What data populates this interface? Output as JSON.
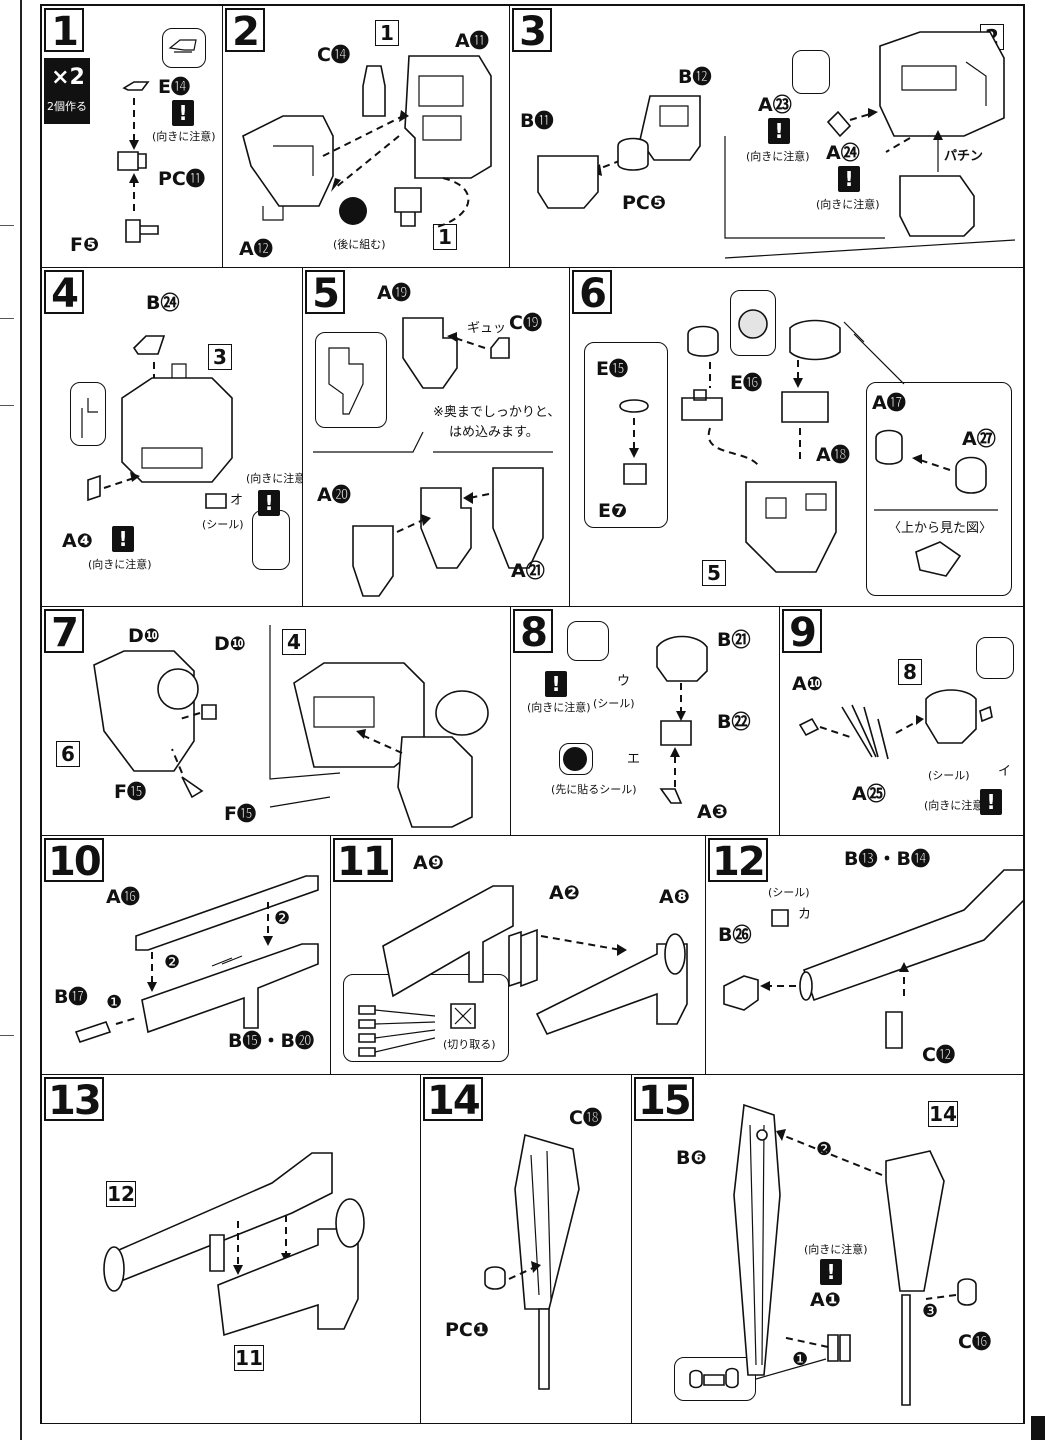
{
  "steps": {
    "s1": {
      "num": "1",
      "multiplier": "×2",
      "multiplier_note": "2個作る",
      "parts": [
        "E⓮",
        "PC⓫",
        "F❺"
      ],
      "caution": "(向きに注意)"
    },
    "s2": {
      "num": "2",
      "parts": [
        "C⓮",
        "A⓫",
        "A⓬"
      ],
      "refs": [
        "1",
        "1"
      ],
      "later_note": "(後に組む)"
    },
    "s3": {
      "num": "3",
      "parts": [
        "B⓬",
        "B⓫",
        "PC❺",
        "A㉓",
        "A㉔"
      ],
      "ref": "2",
      "caution_a": "(向きに注意)",
      "caution_b": "(向きに注意)",
      "sound": "パチン"
    },
    "s4": {
      "num": "4",
      "parts": [
        "B㉔",
        "A❹"
      ],
      "ref": "3",
      "sticker": "(シール)",
      "sticker_code": "オ",
      "caution_a": "(向きに注意)",
      "caution_b": "(向きに注意)"
    },
    "s5": {
      "num": "5",
      "parts": [
        "A⓳",
        "C⓳",
        "A⓴",
        "A㉑"
      ],
      "note_line1": "※奥までしっかりと、",
      "note_line2": "はめ込みます。",
      "sound": "ギュッ"
    },
    "s6": {
      "num": "6",
      "parts": [
        "E⓯",
        "E⓰",
        "E❼",
        "A⓲",
        "A⓱",
        "A㉗"
      ],
      "ref": "5",
      "view_note": "〈上から見た図〉"
    },
    "s7": {
      "num": "7",
      "parts": [
        "D❿",
        "D❿",
        "F⓯",
        "F⓯"
      ],
      "refs": [
        "6",
        "4"
      ]
    },
    "s8": {
      "num": "8",
      "parts": [
        "B㉑",
        "B㉒",
        "A❸"
      ],
      "caution": "(向きに注意)",
      "sticker": "(シール)",
      "sticker_code": "ウ",
      "sticker_code2": "エ",
      "first_sticker": "(先に貼るシール)"
    },
    "s9": {
      "num": "9",
      "parts": [
        "A❿",
        "A㉕"
      ],
      "ref": "8",
      "sticker": "(シール)",
      "sticker_code": "イ",
      "caution": "(向きに注意)"
    },
    "s10": {
      "num": "10",
      "parts": [
        "A⓰",
        "B⓱",
        "B⓯・B⓴"
      ],
      "order": [
        "❷",
        "❷",
        "❶"
      ]
    },
    "s11": {
      "num": "11",
      "parts": [
        "A❾",
        "A❷",
        "A❽"
      ],
      "cut_note": "(切り取る)"
    },
    "s12": {
      "num": "12",
      "parts": [
        "B⓭・B⓮",
        "B㉖",
        "C⓬"
      ],
      "sticker": "(シール)",
      "sticker_code": "カ"
    },
    "s13": {
      "num": "13",
      "refs": [
        "12",
        "11"
      ]
    },
    "s14": {
      "num": "14",
      "parts": [
        "C⓲",
        "PC❶"
      ]
    },
    "s15": {
      "num": "15",
      "parts": [
        "B❻",
        "A❶",
        "C⓰"
      ],
      "ref": "14",
      "caution": "(向きに注意)",
      "order": [
        "❷",
        "❸",
        "❶"
      ]
    }
  },
  "warning_glyph": "!",
  "colors": {
    "ink": "#111111",
    "paper": "#ffffff",
    "shade": "#e4e4e4"
  }
}
